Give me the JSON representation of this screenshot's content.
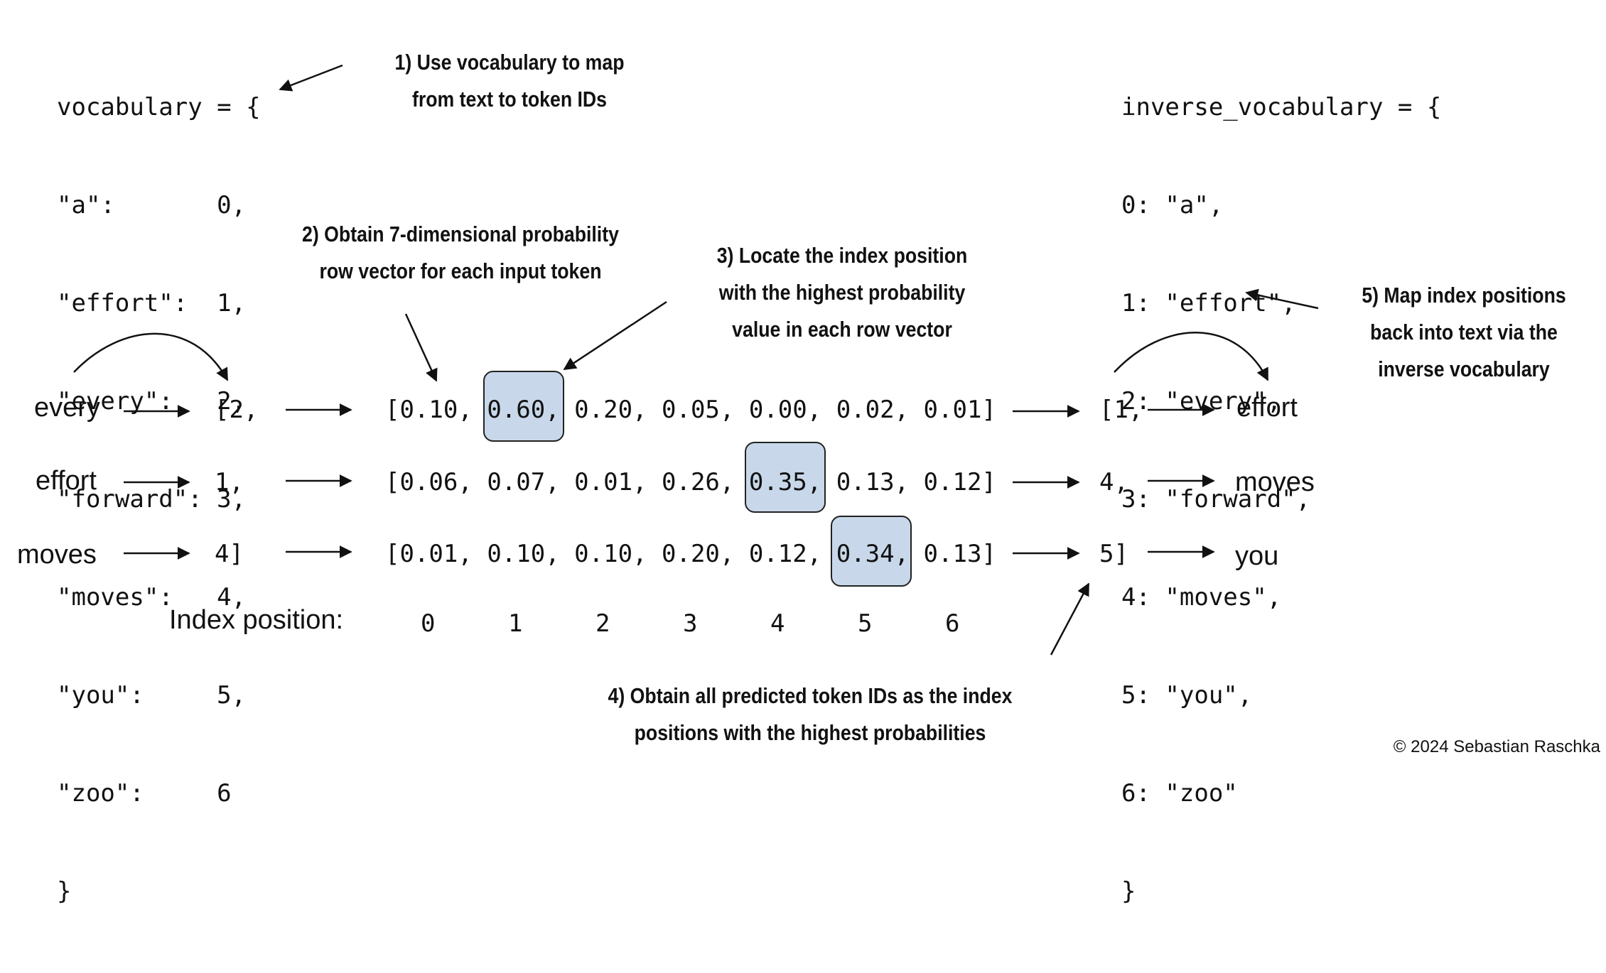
{
  "vocabulary": {
    "lines": [
      "vocabulary = {",
      "\"a\":       0,",
      "\"effort\":  1,",
      "\"every\":   2,",
      "\"forward\": 3,",
      "\"moves\":   4,",
      "\"you\":     5,",
      "\"zoo\":     6",
      "}"
    ]
  },
  "inverse_vocabulary": {
    "lines": [
      "inverse_vocabulary = {",
      "0: \"a\",",
      "1: \"effort\",",
      "2: \"every\",",
      "3: \"forward\",",
      "4: \"moves\",",
      "5: \"you\",",
      "6: \"zoo\"",
      "}"
    ]
  },
  "steps": {
    "step1": [
      "1) Use vocabulary to map",
      "from text to token IDs"
    ],
    "step2": [
      "2) Obtain 7-dimensional probability",
      "row vector for each input token"
    ],
    "step3": [
      "3) Locate the index position",
      "with the highest probability",
      "value in each row vector"
    ],
    "step4": [
      "4) Obtain all predicted token IDs as the index",
      "positions with the highest probabilities"
    ],
    "step5": [
      "5) Map index positions",
      "back into text via the",
      "inverse vocabulary"
    ]
  },
  "rows": [
    {
      "input": "every",
      "id": "[2,",
      "probs": [
        "0.10",
        "0.60",
        "0.20",
        "0.05",
        "0.00",
        "0.02",
        "0.01"
      ],
      "max_index": 1,
      "pred_id": "[1,",
      "output": "effort"
    },
    {
      "input": "effort",
      "id": "1,",
      "probs": [
        "0.06",
        "0.07",
        "0.01",
        "0.26",
        "0.35",
        "0.13",
        "0.12"
      ],
      "max_index": 4,
      "pred_id": "4,",
      "output": "moves"
    },
    {
      "input": "moves",
      "id": "4]",
      "probs": [
        "0.01",
        "0.10",
        "0.10",
        "0.20",
        "0.12",
        "0.34",
        "0.13"
      ],
      "max_index": 5,
      "pred_id": "5]",
      "output": "you"
    }
  ],
  "index_label": "Index position:",
  "index_values": [
    "0",
    "1",
    "2",
    "3",
    "4",
    "5",
    "6"
  ],
  "highlight_color": "#c8d8ea",
  "copyright": "© 2024 Sebastian Raschka"
}
